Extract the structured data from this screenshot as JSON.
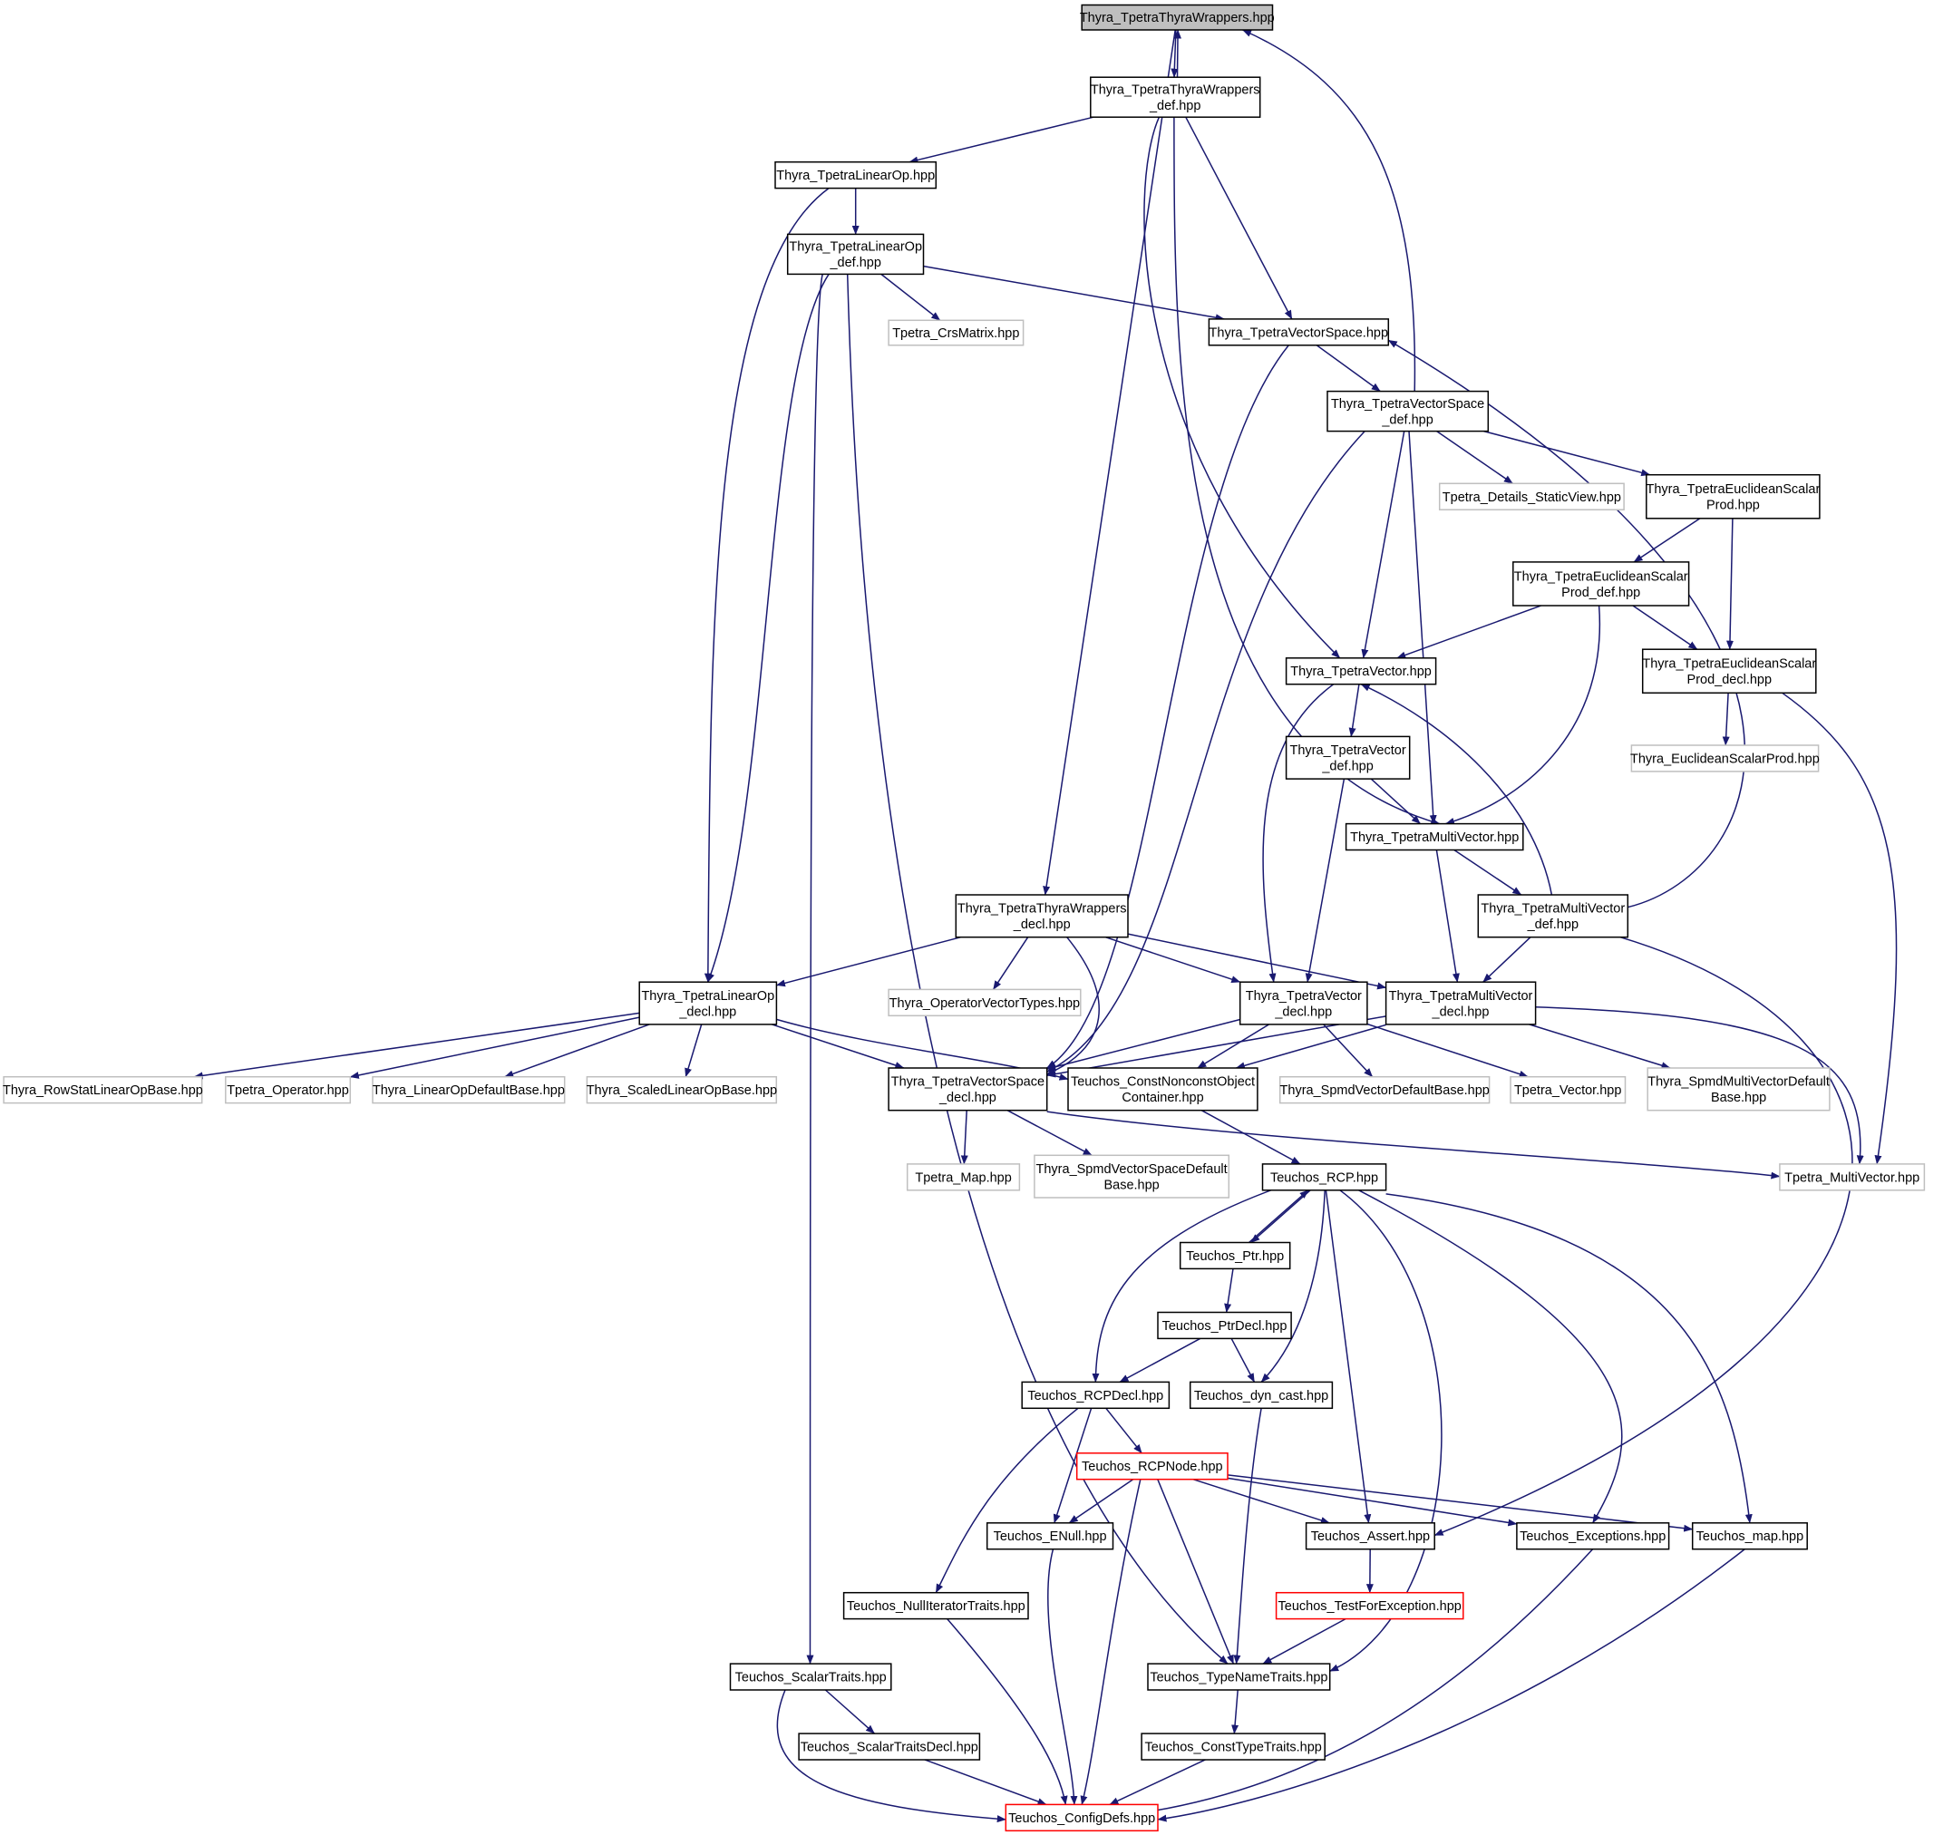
{
  "colors": {
    "edge": "#191970",
    "root_fill": "#bfbfbf",
    "normal_border": "#000000",
    "external_border": "#bfbfbf",
    "truncated_border": "#ff0000",
    "background": "#ffffff"
  },
  "nodes": [
    {
      "id": "root",
      "kind": "root",
      "lines": [
        "Thyra_TpetraThyraWrappers.hpp"
      ]
    },
    {
      "id": "wrappers_def",
      "kind": "normal",
      "lines": [
        "Thyra_TpetraThyraWrappers",
        "_def.hpp"
      ]
    },
    {
      "id": "linearop",
      "kind": "normal",
      "lines": [
        "Thyra_TpetraLinearOp.hpp"
      ]
    },
    {
      "id": "linearop_def",
      "kind": "normal",
      "lines": [
        "Thyra_TpetraLinearOp",
        "_def.hpp"
      ]
    },
    {
      "id": "crsmatrix",
      "kind": "external",
      "lines": [
        "Tpetra_CrsMatrix.hpp"
      ]
    },
    {
      "id": "vectorspace",
      "kind": "normal",
      "lines": [
        "Thyra_TpetraVectorSpace.hpp"
      ]
    },
    {
      "id": "vectorspace_def",
      "kind": "normal",
      "lines": [
        "Thyra_TpetraVectorSpace",
        "_def.hpp"
      ]
    },
    {
      "id": "staticview",
      "kind": "external",
      "lines": [
        "Tpetra_Details_StaticView.hpp"
      ]
    },
    {
      "id": "esp",
      "kind": "normal",
      "lines": [
        "Thyra_TpetraEuclideanScalar",
        "Prod.hpp"
      ]
    },
    {
      "id": "esp_def",
      "kind": "normal",
      "lines": [
        "Thyra_TpetraEuclideanScalar",
        "Prod_def.hpp"
      ]
    },
    {
      "id": "esp_decl",
      "kind": "normal",
      "lines": [
        "Thyra_TpetraEuclideanScalar",
        "Prod_decl.hpp"
      ]
    },
    {
      "id": "euclideansp",
      "kind": "external",
      "lines": [
        "Thyra_EuclideanScalarProd.hpp"
      ]
    },
    {
      "id": "vector",
      "kind": "normal",
      "lines": [
        "Thyra_TpetraVector.hpp"
      ]
    },
    {
      "id": "vector_def",
      "kind": "normal",
      "lines": [
        "Thyra_TpetraVector",
        "_def.hpp"
      ]
    },
    {
      "id": "multivector",
      "kind": "normal",
      "lines": [
        "Thyra_TpetraMultiVector.hpp"
      ]
    },
    {
      "id": "multivector_def",
      "kind": "normal",
      "lines": [
        "Thyra_TpetraMultiVector",
        "_def.hpp"
      ]
    },
    {
      "id": "wrappers_decl",
      "kind": "normal",
      "lines": [
        "Thyra_TpetraThyraWrappers",
        "_decl.hpp"
      ]
    },
    {
      "id": "operatorvectortypes",
      "kind": "external",
      "lines": [
        "Thyra_OperatorVectorTypes.hpp"
      ]
    },
    {
      "id": "linearop_decl",
      "kind": "normal",
      "lines": [
        "Thyra_TpetraLinearOp",
        "_decl.hpp"
      ]
    },
    {
      "id": "vector_decl",
      "kind": "normal",
      "lines": [
        "Thyra_TpetraVector",
        "_decl.hpp"
      ]
    },
    {
      "id": "multivector_decl",
      "kind": "normal",
      "lines": [
        "Thyra_TpetraMultiVector",
        "_decl.hpp"
      ]
    },
    {
      "id": "rowstat",
      "kind": "external",
      "lines": [
        "Thyra_RowStatLinearOpBase.hpp"
      ]
    },
    {
      "id": "tpetra_operator",
      "kind": "external",
      "lines": [
        "Tpetra_Operator.hpp"
      ]
    },
    {
      "id": "linearopdefaultbase",
      "kind": "external",
      "lines": [
        "Thyra_LinearOpDefaultBase.hpp"
      ]
    },
    {
      "id": "scaledlinearop",
      "kind": "external",
      "lines": [
        "Thyra_ScaledLinearOpBase.hpp"
      ]
    },
    {
      "id": "vectorspace_decl",
      "kind": "normal",
      "lines": [
        "Thyra_TpetraVectorSpace",
        "_decl.hpp"
      ]
    },
    {
      "id": "constnonconst",
      "kind": "normal",
      "lines": [
        "Teuchos_ConstNonconstObject",
        "Container.hpp"
      ]
    },
    {
      "id": "spmdvectordefault",
      "kind": "external",
      "lines": [
        "Thyra_SpmdVectorDefaultBase.hpp"
      ]
    },
    {
      "id": "tpetra_vector",
      "kind": "external",
      "lines": [
        "Tpetra_Vector.hpp"
      ]
    },
    {
      "id": "spmdmvdefault",
      "kind": "external",
      "lines": [
        "Thyra_SpmdMultiVectorDefault",
        "Base.hpp"
      ]
    },
    {
      "id": "tpetra_map",
      "kind": "external",
      "lines": [
        "Tpetra_Map.hpp"
      ]
    },
    {
      "id": "spmdvsdefault",
      "kind": "external",
      "lines": [
        "Thyra_SpmdVectorSpaceDefault",
        "Base.hpp"
      ]
    },
    {
      "id": "teuchos_rcp",
      "kind": "normal",
      "lines": [
        "Teuchos_RCP.hpp"
      ]
    },
    {
      "id": "tpetra_multivector",
      "kind": "external",
      "lines": [
        "Tpetra_MultiVector.hpp"
      ]
    },
    {
      "id": "teuchos_ptr",
      "kind": "normal",
      "lines": [
        "Teuchos_Ptr.hpp"
      ]
    },
    {
      "id": "teuchos_ptrdecl",
      "kind": "normal",
      "lines": [
        "Teuchos_PtrDecl.hpp"
      ]
    },
    {
      "id": "teuchos_rcpdecl",
      "kind": "normal",
      "lines": [
        "Teuchos_RCPDecl.hpp"
      ]
    },
    {
      "id": "teuchos_dyncast",
      "kind": "normal",
      "lines": [
        "Teuchos_dyn_cast.hpp"
      ]
    },
    {
      "id": "teuchos_rcpnode",
      "kind": "truncated",
      "lines": [
        "Teuchos_RCPNode.hpp"
      ]
    },
    {
      "id": "teuchos_enull",
      "kind": "normal",
      "lines": [
        "Teuchos_ENull.hpp"
      ]
    },
    {
      "id": "teuchos_assert",
      "kind": "normal",
      "lines": [
        "Teuchos_Assert.hpp"
      ]
    },
    {
      "id": "teuchos_exceptions",
      "kind": "normal",
      "lines": [
        "Teuchos_Exceptions.hpp"
      ]
    },
    {
      "id": "teuchos_map",
      "kind": "normal",
      "lines": [
        "Teuchos_map.hpp"
      ]
    },
    {
      "id": "teuchos_nulliter",
      "kind": "normal",
      "lines": [
        "Teuchos_NullIteratorTraits.hpp"
      ]
    },
    {
      "id": "teuchos_testforexc",
      "kind": "truncated",
      "lines": [
        "Teuchos_TestForException.hpp"
      ]
    },
    {
      "id": "teuchos_scalartraits",
      "kind": "normal",
      "lines": [
        "Teuchos_ScalarTraits.hpp"
      ]
    },
    {
      "id": "teuchos_typenametraits",
      "kind": "normal",
      "lines": [
        "Teuchos_TypeNameTraits.hpp"
      ]
    },
    {
      "id": "teuchos_scalartraitsdecl",
      "kind": "normal",
      "lines": [
        "Teuchos_ScalarTraitsDecl.hpp"
      ]
    },
    {
      "id": "teuchos_consttypetraits",
      "kind": "normal",
      "lines": [
        "Teuchos_ConstTypeTraits.hpp"
      ]
    },
    {
      "id": "teuchos_configdefs",
      "kind": "truncated",
      "lines": [
        "Teuchos_ConfigDefs.hpp"
      ]
    }
  ],
  "edges": [
    [
      "root",
      "wrappers_def"
    ],
    [
      "root",
      "wrappers_decl"
    ],
    [
      "wrappers_def",
      "root"
    ],
    [
      "wrappers_def",
      "linearop"
    ],
    [
      "wrappers_def",
      "vectorspace"
    ],
    [
      "wrappers_def",
      "vector"
    ],
    [
      "wrappers_def",
      "multivector"
    ],
    [
      "linearop",
      "linearop_def"
    ],
    [
      "linearop",
      "linearop_decl"
    ],
    [
      "linearop_def",
      "crsmatrix"
    ],
    [
      "linearop_def",
      "vectorspace"
    ],
    [
      "linearop_def",
      "linearop_decl"
    ],
    [
      "linearop_def",
      "teuchos_scalartraits"
    ],
    [
      "linearop_def",
      "teuchos_typenametraits"
    ],
    [
      "vectorspace",
      "vectorspace_def"
    ],
    [
      "vectorspace",
      "vectorspace_decl"
    ],
    [
      "vectorspace_def",
      "root"
    ],
    [
      "vectorspace_def",
      "staticview"
    ],
    [
      "vectorspace_def",
      "esp"
    ],
    [
      "vectorspace_def",
      "vector"
    ],
    [
      "vectorspace_def",
      "multivector"
    ],
    [
      "vectorspace_def",
      "vectorspace_decl"
    ],
    [
      "esp",
      "esp_def"
    ],
    [
      "esp",
      "esp_decl"
    ],
    [
      "esp_def",
      "vector"
    ],
    [
      "esp_def",
      "esp_decl"
    ],
    [
      "esp_def",
      "multivector"
    ],
    [
      "esp_decl",
      "euclideansp"
    ],
    [
      "esp_decl",
      "tpetra_multivector"
    ],
    [
      "vector",
      "vector_def"
    ],
    [
      "vector",
      "vector_decl"
    ],
    [
      "vector_def",
      "multivector"
    ],
    [
      "vector_def",
      "vector_decl"
    ],
    [
      "multivector",
      "multivector_def"
    ],
    [
      "multivector",
      "multivector_decl"
    ],
    [
      "multivector_def",
      "vectorspace"
    ],
    [
      "multivector_def",
      "vector"
    ],
    [
      "multivector_def",
      "multivector_decl"
    ],
    [
      "multivector_def",
      "teuchos_assert"
    ],
    [
      "wrappers_decl",
      "linearop_decl"
    ],
    [
      "wrappers_decl",
      "operatorvectortypes"
    ],
    [
      "wrappers_decl",
      "vectorspace_decl"
    ],
    [
      "wrappers_decl",
      "vector_decl"
    ],
    [
      "wrappers_decl",
      "multivector_decl"
    ],
    [
      "linearop_decl",
      "rowstat"
    ],
    [
      "linearop_decl",
      "tpetra_operator"
    ],
    [
      "linearop_decl",
      "linearopdefaultbase"
    ],
    [
      "linearop_decl",
      "scaledlinearop"
    ],
    [
      "linearop_decl",
      "vectorspace_decl"
    ],
    [
      "linearop_decl",
      "constnonconst"
    ],
    [
      "vector_decl",
      "vectorspace_decl"
    ],
    [
      "vector_decl",
      "constnonconst"
    ],
    [
      "vector_decl",
      "spmdvectordefault"
    ],
    [
      "vector_decl",
      "tpetra_vector"
    ],
    [
      "multivector_decl",
      "vectorspace_decl"
    ],
    [
      "multivector_decl",
      "constnonconst"
    ],
    [
      "multivector_decl",
      "spmdmvdefault"
    ],
    [
      "multivector_decl",
      "tpetra_multivector"
    ],
    [
      "vectorspace_decl",
      "tpetra_map"
    ],
    [
      "vectorspace_decl",
      "spmdvsdefault"
    ],
    [
      "vectorspace_decl",
      "tpetra_multivector"
    ],
    [
      "constnonconst",
      "teuchos_rcp"
    ],
    [
      "teuchos_rcp",
      "teuchos_ptr"
    ],
    [
      "teuchos_rcp",
      "teuchos_rcpdecl"
    ],
    [
      "teuchos_rcp",
      "teuchos_dyncast"
    ],
    [
      "teuchos_rcp",
      "teuchos_assert"
    ],
    [
      "teuchos_rcp",
      "teuchos_exceptions"
    ],
    [
      "teuchos_rcp",
      "teuchos_map"
    ],
    [
      "teuchos_rcp",
      "teuchos_typenametraits"
    ],
    [
      "teuchos_ptr",
      "teuchos_rcp"
    ],
    [
      "teuchos_ptr",
      "teuchos_ptrdecl"
    ],
    [
      "teuchos_ptrdecl",
      "teuchos_rcpdecl"
    ],
    [
      "teuchos_ptrdecl",
      "teuchos_dyncast"
    ],
    [
      "teuchos_rcpdecl",
      "teuchos_rcpnode"
    ],
    [
      "teuchos_rcpdecl",
      "teuchos_enull"
    ],
    [
      "teuchos_rcpdecl",
      "teuchos_nulliter"
    ],
    [
      "teuchos_dyncast",
      "teuchos_typenametraits"
    ],
    [
      "teuchos_rcpnode",
      "teuchos_enull"
    ],
    [
      "teuchos_rcpnode",
      "teuchos_assert"
    ],
    [
      "teuchos_rcpnode",
      "teuchos_exceptions"
    ],
    [
      "teuchos_rcpnode",
      "teuchos_map"
    ],
    [
      "teuchos_rcpnode",
      "teuchos_typenametraits"
    ],
    [
      "teuchos_rcpnode",
      "teuchos_configdefs"
    ],
    [
      "teuchos_enull",
      "teuchos_configdefs"
    ],
    [
      "teuchos_assert",
      "teuchos_testforexc"
    ],
    [
      "teuchos_testforexc",
      "teuchos_typenametraits"
    ],
    [
      "teuchos_exceptions",
      "teuchos_configdefs"
    ],
    [
      "teuchos_map",
      "teuchos_configdefs"
    ],
    [
      "teuchos_nulliter",
      "teuchos_configdefs"
    ],
    [
      "teuchos_scalartraits",
      "teuchos_scalartraitsdecl"
    ],
    [
      "teuchos_scalartraits",
      "teuchos_configdefs"
    ],
    [
      "teuchos_scalartraitsdecl",
      "teuchos_configdefs"
    ],
    [
      "teuchos_typenametraits",
      "teuchos_consttypetraits"
    ],
    [
      "teuchos_consttypetraits",
      "teuchos_configdefs"
    ]
  ]
}
